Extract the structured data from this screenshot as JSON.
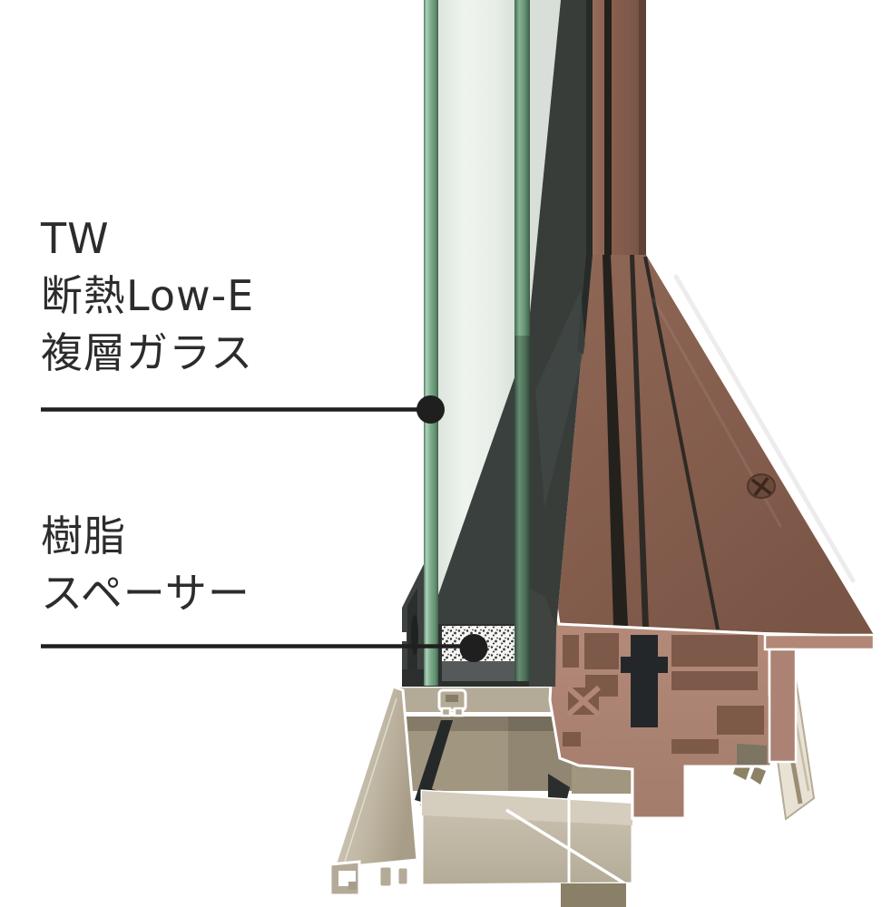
{
  "annotations": {
    "glass_label": {
      "line1": "TW",
      "line2": "断熱Low-E",
      "line3": "複層ガラス"
    },
    "spacer_label": {
      "line1": "樹脂",
      "line2": "スペーサー"
    }
  },
  "palette": {
    "background": "#ffffff",
    "annotation_ink": "#1f1f1f",
    "glass_green": "#7fae8e",
    "glass_edge_dark": "#47694f",
    "air_gap": "#ebf1eb",
    "sash_dark": "#383d3a",
    "sash_darker": "#24282a",
    "spacer_body_gray": "#55595a",
    "desiccant_white": "#f5f5f3",
    "wood_brown": "#8a6251",
    "wood_brown_dark": "#6f4d3f",
    "wood_groove_black": "#24211d",
    "wood_cut_wall": "#b28777",
    "wood_cut_hollow": "#7d5949",
    "aluminum_beige": "#c2b9a7",
    "aluminum_beige_dark": "#9d927c",
    "aluminum_ledge": "#b3aa97",
    "setting_block_yellow": "#f0b507"
  }
}
